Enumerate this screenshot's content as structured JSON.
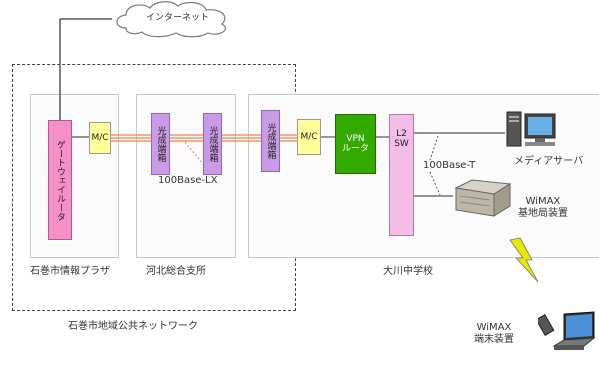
{
  "internet": "インターネット",
  "gateway_router": "ゲートウェイルータ",
  "mc_left": "M/C",
  "mc_right": "M/C",
  "optical_1": "光成端箱",
  "optical_2": "光成端箱",
  "optical_3": "光成端箱",
  "base_lx": "100Base-LX",
  "base_t": "100Base-T",
  "vpn_router": "VPN\nルータ",
  "l2sw": "L2\nSW",
  "media_server": "メディアサーバ",
  "wimax_base": "WiMAX\n基地局装置",
  "wimax_terminal": "WiMAX\n端末装置",
  "site_ishinomaki": "石巻市情報プラザ",
  "site_kahoku": "河北総合支所",
  "site_okawa": "大川中学校",
  "network_label": "石巻市地域公共ネットワーク",
  "colors": {
    "pink": "#f58fc8",
    "yellow": "#ffff99",
    "purple": "#c99be6",
    "green": "#33aa00",
    "orange": "#f08050"
  }
}
